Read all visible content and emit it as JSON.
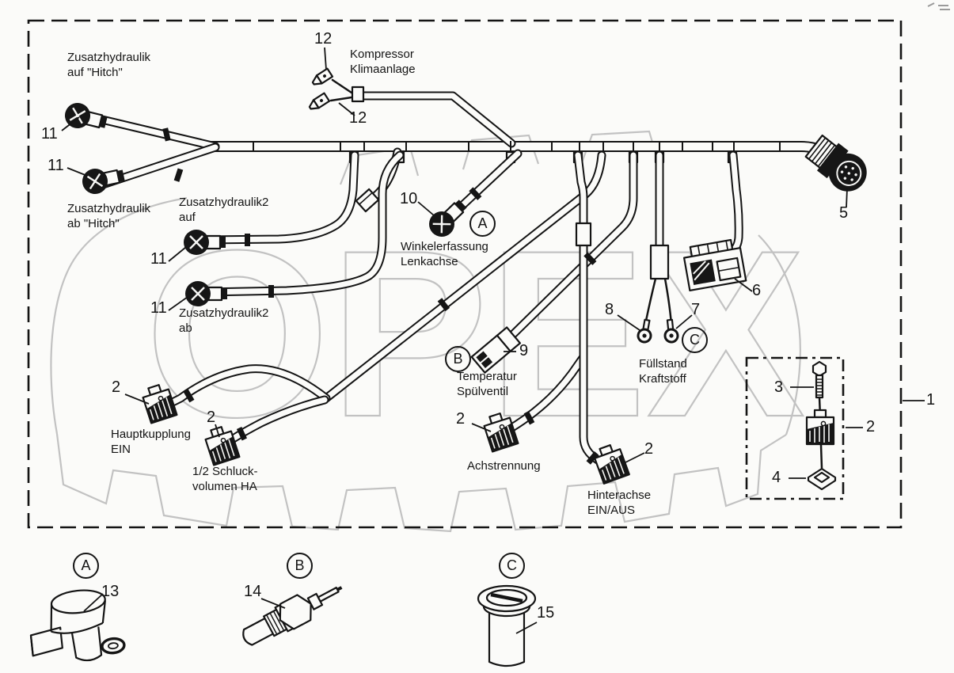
{
  "watermark": {
    "text": "OPEX",
    "color": "#c2c2c2"
  },
  "colors": {
    "line": "#141414",
    "background": "#fbfbf9"
  },
  "markers": {
    "a": "A",
    "b": "B",
    "c": "C"
  },
  "callouts": {
    "n1": "1",
    "n2a": "2",
    "n2b": "2",
    "n2c": "2",
    "n2d": "2",
    "n2e": "2",
    "n3": "3",
    "n4": "4",
    "n5": "5",
    "n6": "6",
    "n7": "7",
    "n8": "8",
    "n9": "9",
    "n10": "10",
    "n11a": "11",
    "n11b": "11",
    "n11c": "11",
    "n11d": "11",
    "n12a": "12",
    "n12b": "12",
    "n13": "13",
    "n14": "14",
    "n15": "15"
  },
  "labels": {
    "zusatzhydraulik_auf": {
      "lines": [
        "Zusatzhydraulik",
        "auf \"Hitch\""
      ]
    },
    "zusatzhydraulik_ab": {
      "lines": [
        "Zusatzhydraulik",
        "ab \"Hitch\""
      ]
    },
    "zusatzhydraulik2_auf": {
      "lines": [
        "Zusatzhydraulik2",
        "auf"
      ]
    },
    "zusatzhydraulik2_ab": {
      "lines": [
        "Zusatzhydraulik2",
        "ab"
      ]
    },
    "kompressor": {
      "lines": [
        "Kompressor",
        "Klimaanlage"
      ]
    },
    "winkelerfassung": {
      "lines": [
        "Winkelerfassung",
        "Lenkachse"
      ]
    },
    "temperatur": {
      "lines": [
        "Temperatur",
        "Spülventil"
      ]
    },
    "fuellstand": {
      "lines": [
        "Füllstand",
        "Kraftstoff"
      ]
    },
    "hauptkupplung": {
      "lines": [
        "Hauptkupplung",
        "EIN"
      ]
    },
    "schluckvolumen": {
      "lines": [
        "1/2 Schluck-",
        "volumen HA"
      ]
    },
    "achstrennung": {
      "lines": [
        "Achstrennung"
      ]
    },
    "hinterachse": {
      "lines": [
        "Hinterachse",
        "EIN/AUS"
      ]
    }
  }
}
